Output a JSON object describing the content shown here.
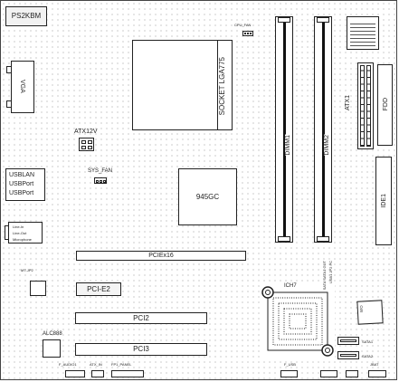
{
  "labels": {
    "ps2": "PS2KBM",
    "vga": "VGA",
    "usb_lan": "USBLAN",
    "usb_port1": "USBPort",
    "usb_port2": "USBPort",
    "audio1": "Line-In",
    "audio2": "Line-Out",
    "audio3": "Microphone",
    "atx12v": "ATX12V",
    "cpu_fan": "CPU_FAN",
    "sys_fan": "SYS_FAN",
    "socket": "SOCKET LGA775",
    "chipset": "945GC",
    "dimm1": "DIMM1",
    "dimm2": "DIMM2",
    "atx1": "ATX1",
    "fdd": "FDD",
    "ide1": "IDE1",
    "pcie16": "PCIEx16",
    "pcie2": "PCI-E2",
    "pci2": "PCI2",
    "pci3": "PCI3",
    "ich7": "ICH7",
    "alc": "ALC888",
    "f_audio": "F_AUDIO1",
    "atx_in": "ATX_IN",
    "f_panel": "FP1_PANEL",
    "f_usb": "F_USB",
    "sata1": "SATA1",
    "sata2": "SATA2",
    "jbat": "JBAT",
    "super_io": "S/IO",
    "ich_note1": "SATA SATA1 GUT",
    "ich_note2": "USB1 JP2 PC",
    "bios_chip": "BIOS"
  }
}
